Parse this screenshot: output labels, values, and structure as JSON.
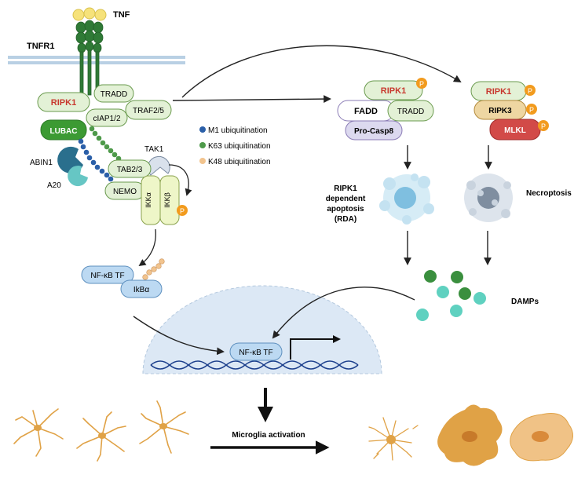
{
  "labels": {
    "tnf": "TNF",
    "tnfr1": "TNFR1",
    "ripk1": "RIPK1",
    "tradd": "TRADD",
    "traf": "TRAF2/5",
    "ciap": "cIAP1/2",
    "lubac": "LUBAC",
    "abin1": "ABIN1",
    "a20": "A20",
    "tak1": "TAK1",
    "tab": "TAB2/3",
    "nemo": "NEMO",
    "ikka": "IKKα",
    "ikkb": "IKKβ",
    "p": "P",
    "nfkb": "NF-κB TF",
    "ikba": "IkBα",
    "fadd": "FADD",
    "procasp8": "Pro-Casp8",
    "ripk3": "RIPK3",
    "mlkl": "MLKL",
    "rda": [
      "RIPK1",
      "dependent",
      "apoptosis",
      "(RDA)"
    ],
    "necroptosis": "Necroptosis",
    "damps": "DAMPs",
    "microglia": "Microglia activation"
  },
  "legend": [
    {
      "label": "M1 ubiquitination",
      "color": "#2b5fa8"
    },
    {
      "label": "K63 ubiquitination",
      "color": "#4e9a4a"
    },
    {
      "label": "K48 ubiquitination",
      "color": "#f2c48e"
    }
  ],
  "colors": {
    "ripk1_text": "#c8382e",
    "pale_green": "#e3f1d6",
    "green_stroke": "#6a9a4e",
    "lubac": "#3c9a33",
    "mlkl": "#d24a48",
    "ripk3": "#eed6a2",
    "blue_box": "#bcd9f2",
    "phospho": "#f29b1e",
    "cell": "#dce8f5",
    "microglia": "#e0a246"
  }
}
